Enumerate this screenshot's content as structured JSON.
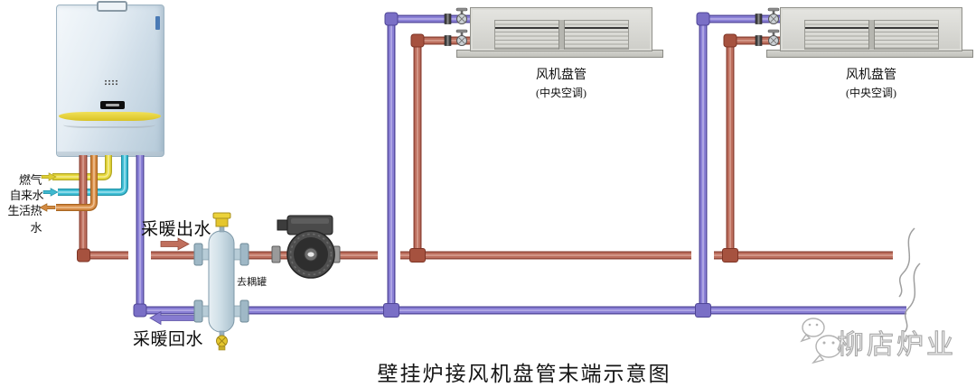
{
  "title": {
    "text": "壁挂炉接风机盘管末端示意图"
  },
  "watermark": {
    "text": "柳店炉业"
  },
  "labels": {
    "gas": "燃气",
    "tap_water": "自来水",
    "dhw": "生活热水",
    "heating_supply": "采暖出水",
    "heating_return": "采暖回水",
    "decoupling_tank": "去耦罐"
  },
  "fan_coil_units": [
    {
      "label": "风机盘管",
      "sublabel": "(中央空调)"
    },
    {
      "label": "风机盘管",
      "sublabel": "(中央空调)"
    }
  ],
  "colors": {
    "heating_supply_pipe": "#bd6f5e",
    "heating_return_pipe": "#8a80d5",
    "gas_pipe": "#e8da3e",
    "tap_water_pipe": "#43c1d8",
    "dhw_pipe": "#d98f4a",
    "boiler_accent_stripe": "#e3cb32",
    "pump_body": "#3f3f3f",
    "tank_body": "#c6d8e2"
  },
  "icons": {
    "air_vent_valve": "air-vent-valve-icon",
    "drain_valve": "drain-valve-icon",
    "shutoff_valve": "shutoff-valve-icon",
    "pipe_break": "pipe-break-symbol",
    "wechat": "wechat-icon"
  }
}
